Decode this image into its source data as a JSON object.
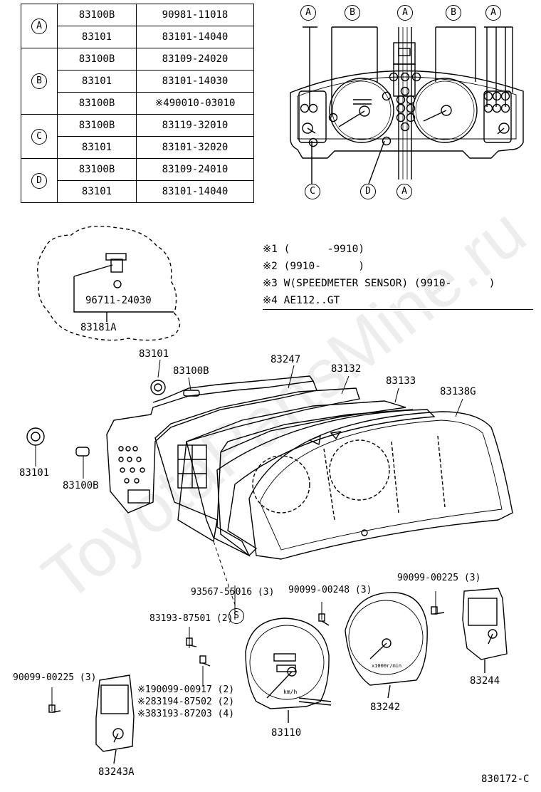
{
  "table": {
    "rows": [
      {
        "group": "A",
        "part": "83100B",
        "number": "90981-11018"
      },
      {
        "group": "",
        "part": "83101",
        "number": "83101-14040"
      },
      {
        "group": "B",
        "part": "83100B",
        "number": "83109-24020"
      },
      {
        "group": "",
        "part": "83101",
        "number": "83101-14030"
      },
      {
        "group": "",
        "part": "83100B",
        "number": "※490010-03010"
      },
      {
        "group": "C",
        "part": "83100B",
        "number": "83119-32010"
      },
      {
        "group": "",
        "part": "83101",
        "number": "83101-32020"
      },
      {
        "group": "D",
        "part": "83100B",
        "number": "83109-24010"
      },
      {
        "group": "",
        "part": "83101",
        "number": "83101-14040"
      }
    ]
  },
  "cluster_callouts": {
    "top": [
      "A",
      "B",
      "A",
      "B",
      "A"
    ],
    "bottom": [
      "C",
      "D",
      "A"
    ]
  },
  "notes": [
    "※1 (      -9910)",
    "※2 (9910-      )",
    "※3 W(SPEEDMETER SENSOR) (9910-      )",
    "※4 AE112..GT"
  ],
  "labels": {
    "sensor_part": "96711-24030",
    "sensor_assy": "83181A",
    "l83101_top": "83101",
    "l83100b_top": "83100B",
    "l83247": "83247",
    "l83132": "83132",
    "l83133": "83133",
    "l83138g": "83138G",
    "l83101_left": "83101",
    "l83100b_left": "83100B",
    "s_mark": "S",
    "screw_93567": "93567-55016 (3)",
    "screw_90099_248": "90099-00248 (3)",
    "screw_90099_225_r": "90099-00225 (3)",
    "screw_83193_87501": "83193-87501 (2)",
    "screw_90099_225_l": "90099-00225 (3)",
    "note1_part": "※190099-00917 (2)",
    "note2_part": "※283194-87502 (2)",
    "note3_part": "※383193-87203 (4)",
    "l83110": "83110",
    "l83242": "83242",
    "l83244": "83244",
    "l83243a": "83243A",
    "diagram_code": "830172-C",
    "gauge_unit_kmh": "km/h",
    "gauge_unit_rpm": "x1000r/min",
    "watermark": "ToyotaPartsMine.ru"
  }
}
